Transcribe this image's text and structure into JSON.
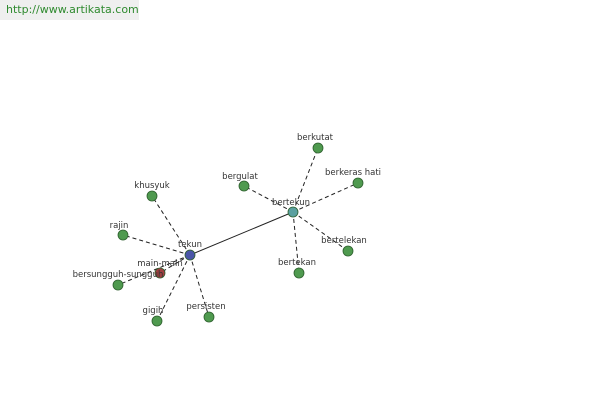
{
  "banner": {
    "url": "http://www.artikata.com"
  },
  "colors": {
    "leaf_fill": "#4f9a4f",
    "leaf_stroke": "#2d5f2d",
    "hub_tekun_fill": "#4a56a8",
    "hub_bertekun_fill": "#5aa0a0",
    "current_node_fill": "#a04040",
    "edge_color": "#222222",
    "banner_text": "#2f8a2f"
  },
  "nodes": [
    {
      "id": "tekun",
      "label": "tekun",
      "kind": "hub"
    },
    {
      "id": "bertekun",
      "label": "bertekun",
      "kind": "hub"
    },
    {
      "id": "main-main",
      "label": "main-main",
      "kind": "current"
    },
    {
      "id": "khusyuk",
      "label": "khusyuk",
      "kind": "leaf"
    },
    {
      "id": "rajin",
      "label": "rajin",
      "kind": "leaf"
    },
    {
      "id": "bersungguh-sungguh",
      "label": "bersungguh-sungguh",
      "kind": "leaf"
    },
    {
      "id": "gigih",
      "label": "gigih",
      "kind": "leaf"
    },
    {
      "id": "persisten",
      "label": "persisten",
      "kind": "leaf"
    },
    {
      "id": "bergulat",
      "label": "bergulat",
      "kind": "leaf"
    },
    {
      "id": "berkutat",
      "label": "berkutat",
      "kind": "leaf"
    },
    {
      "id": "berkeras-hati",
      "label": "berkeras hati",
      "kind": "leaf"
    },
    {
      "id": "bertelekan",
      "label": "bertelekan",
      "kind": "leaf"
    },
    {
      "id": "bertekan",
      "label": "bertekan",
      "kind": "leaf"
    }
  ],
  "edges": [
    {
      "from": "tekun",
      "to": "bertekun",
      "style": "solid"
    },
    {
      "from": "tekun",
      "to": "khusyuk",
      "style": "dashed"
    },
    {
      "from": "tekun",
      "to": "rajin",
      "style": "dashed"
    },
    {
      "from": "tekun",
      "to": "main-main",
      "style": "dashed"
    },
    {
      "from": "tekun",
      "to": "bersungguh-sungguh",
      "style": "dashed"
    },
    {
      "from": "tekun",
      "to": "gigih",
      "style": "dashed"
    },
    {
      "from": "tekun",
      "to": "persisten",
      "style": "dashed"
    },
    {
      "from": "bertekun",
      "to": "bergulat",
      "style": "dashed"
    },
    {
      "from": "bertekun",
      "to": "berkutat",
      "style": "dashed"
    },
    {
      "from": "bertekun",
      "to": "berkeras-hati",
      "style": "dashed"
    },
    {
      "from": "bertekun",
      "to": "bertelekan",
      "style": "dashed"
    },
    {
      "from": "bertekun",
      "to": "bertekan",
      "style": "dashed"
    }
  ]
}
